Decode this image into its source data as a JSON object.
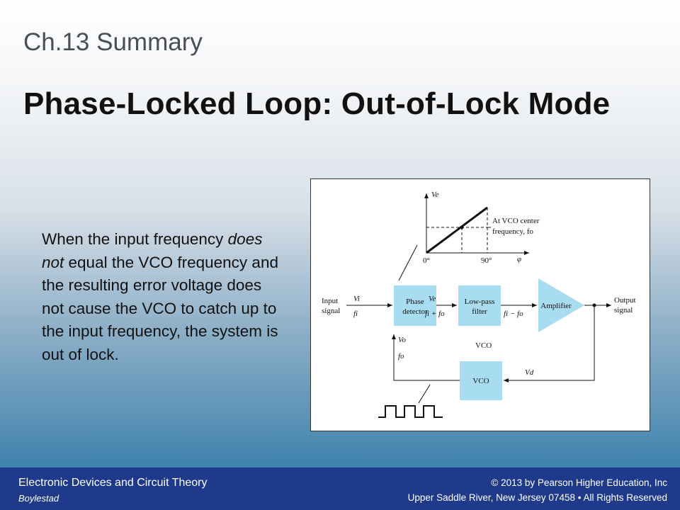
{
  "slide": {
    "chapter": "Ch.13 Summary",
    "title": "Phase-Locked Loop: Out-of-Lock Mode",
    "body": {
      "part1": "When the input frequency ",
      "emphasis": "does not",
      "part2": " equal the VCO frequency and the resulting error voltage does not cause the VCO to catch up to the input frequency, the system is out of lock."
    }
  },
  "figure": {
    "graph": {
      "y_axis_label": "Ve",
      "x_axis_label": "φ",
      "origin_tick": "0°",
      "tick_90": "90°",
      "annotation_line1": "At VCO center",
      "annotation_line2": "frequency, fo"
    },
    "blocks": {
      "phase_detector": [
        "Phase",
        "detector"
      ],
      "low_pass_filter": [
        "Low-pass",
        "filter"
      ],
      "amplifier": "Amplifier",
      "vco": "VCO",
      "vco_label": "VCO"
    },
    "signals": {
      "input": [
        "Input",
        "signal"
      ],
      "output": [
        "Output",
        "signal"
      ],
      "vi": "Vi",
      "fi": "fi",
      "ve": "Ve",
      "sum": "fi + fo",
      "diff": "fi − fo",
      "vo": "Vo",
      "fo": "fo",
      "vd": "Vd"
    },
    "colors": {
      "block_fill": "#a8dcf0",
      "line": "#111111"
    }
  },
  "footer": {
    "course": "Electronic Devices and Circuit Theory",
    "author": "Boylestad",
    "copyright": "© 2013 by Pearson Higher Education, Inc",
    "address": "Upper Saddle River, New Jersey 07458 • All Rights Reserved"
  }
}
